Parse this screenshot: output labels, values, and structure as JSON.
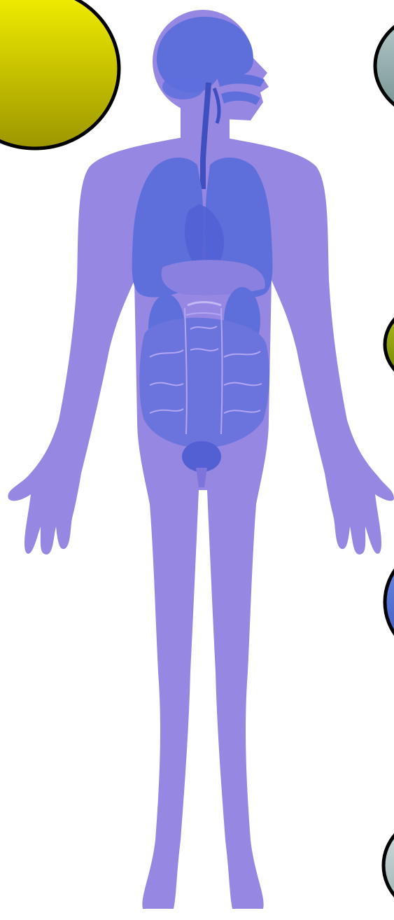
{
  "diagram": {
    "subject": "human-body-anatomy",
    "colors": {
      "body": "#9687e3",
      "organs": "#5e6fdc",
      "organs_dark": "#5260d3",
      "organ_lines": "#c4b8f4",
      "outline": "#000000",
      "yellow_top": "#f4f000",
      "yellow_bottom": "#9c9600",
      "gray_top": "#b9cece",
      "gray_bottom": "#6f8c8c",
      "olive_top": "#b3c31c",
      "olive_bottom": "#6c7d00",
      "blue_top": "#6e8ce6",
      "blue_bottom": "#3c57be",
      "gray2_top": "#d6e0e0",
      "gray2_bottom": "#9cb2b2"
    },
    "callouts": [
      {
        "id": "top-left",
        "color": "yellow",
        "text": ""
      },
      {
        "id": "right-1",
        "color": "gray",
        "text": ""
      },
      {
        "id": "right-2",
        "color": "olive",
        "text": ""
      },
      {
        "id": "right-3",
        "color": "blue",
        "text": ""
      },
      {
        "id": "right-4",
        "color": "gray-light",
        "text": ""
      }
    ]
  }
}
